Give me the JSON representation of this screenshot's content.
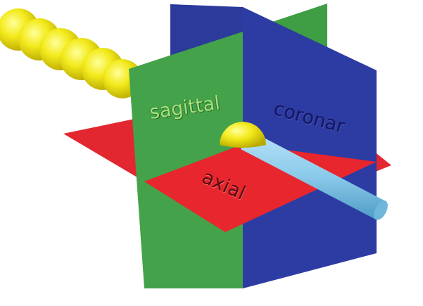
{
  "diagram": {
    "labels": [
      "sagittal",
      "coronar",
      "axial"
    ]
  }
}
